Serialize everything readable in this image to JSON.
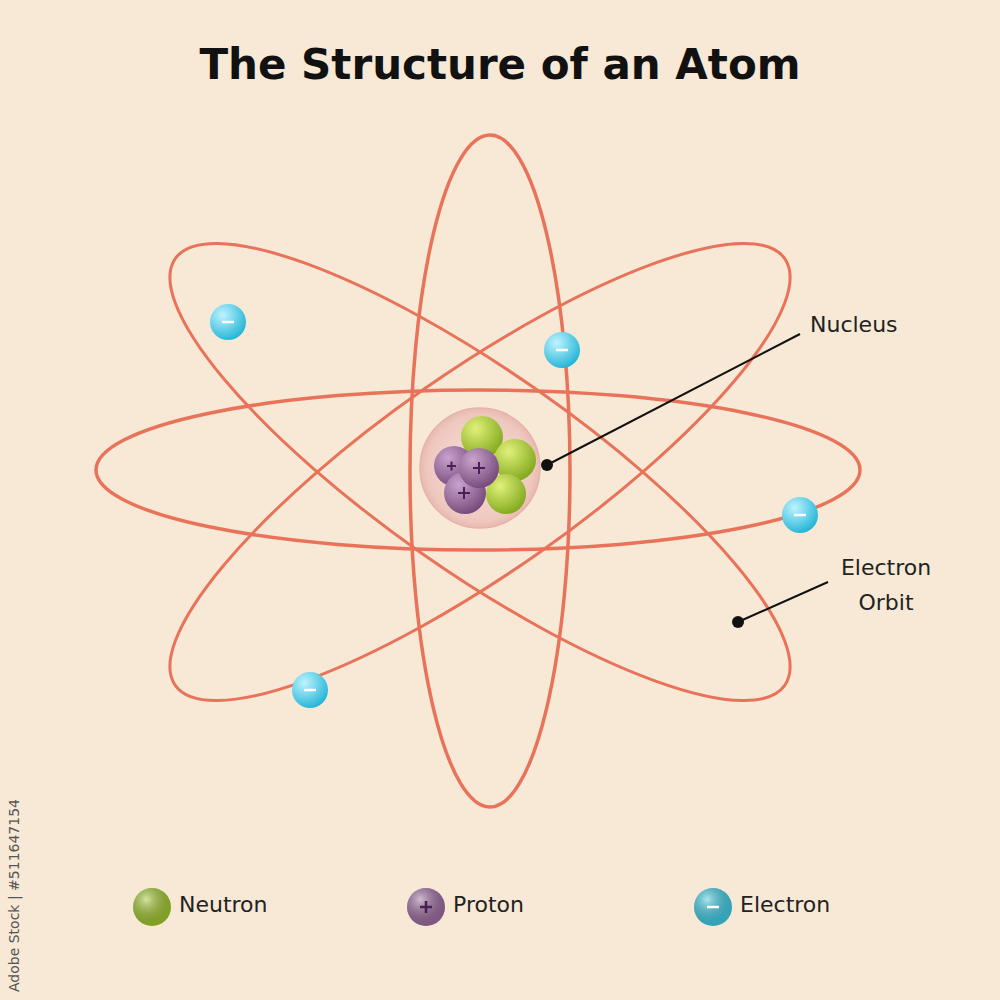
{
  "diagram": {
    "title": "The Structure of an Atom",
    "labels": [
      "Nucleus",
      "Electron Orbit",
      "Adobe Stock | #511647154"
    ],
    "legend": [
      {
        "text": "Neutron",
        "color": "#9dc42a"
      },
      {
        "text": "Proton",
        "color": "#9a6a9e"
      },
      {
        "text": "Electron",
        "color": "#3cc8e2"
      }
    ]
  }
}
